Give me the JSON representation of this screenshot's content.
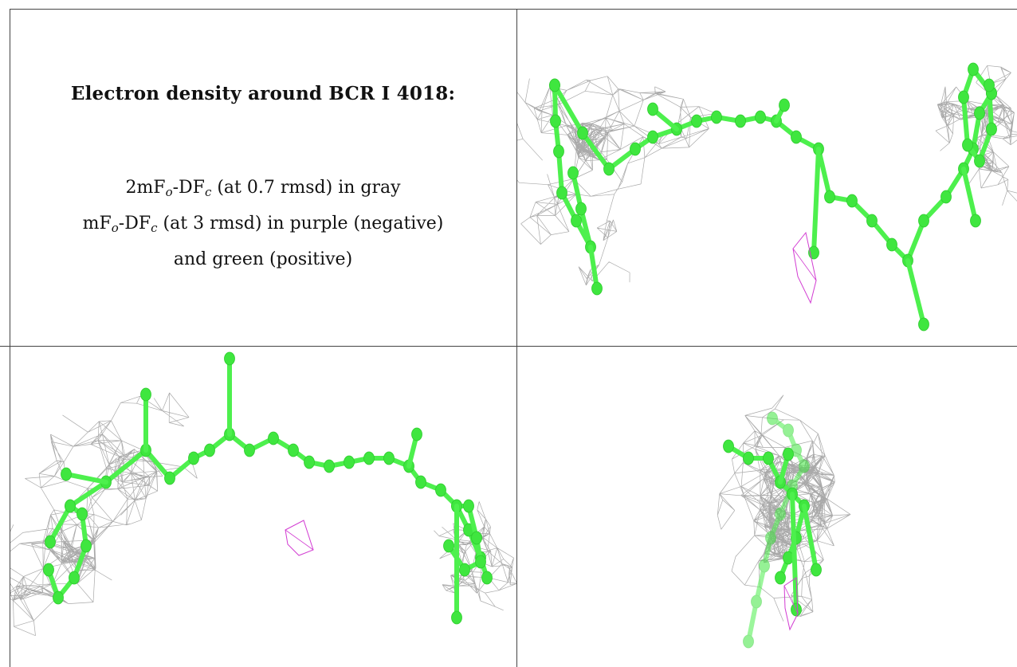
{
  "caption": {
    "title": "Electron density around BCR I 4018:",
    "line1": {
      "pre": "2mF",
      "sub1": "o",
      "mid": "-DF",
      "sub2": "c",
      "post": " (at 0.7 rmsd) in gray"
    },
    "line2": {
      "pre": "mF",
      "sub1": "o",
      "mid": "-DF",
      "sub2": "c",
      "post": " (at 3 rmsd) in purple (negative)"
    },
    "line3": "and green (positive)"
  },
  "colors": {
    "atom": "#3fe63f",
    "bond": "#4df04d",
    "mesh_2fofc": "#9a9a9a",
    "mesh_negative": "#d23cd2",
    "border": "#444444"
  },
  "panels": [
    {
      "name": "view-1",
      "description_visible": false
    },
    {
      "name": "view-2",
      "description_visible": false
    },
    {
      "name": "view-3",
      "description_visible": false
    }
  ]
}
